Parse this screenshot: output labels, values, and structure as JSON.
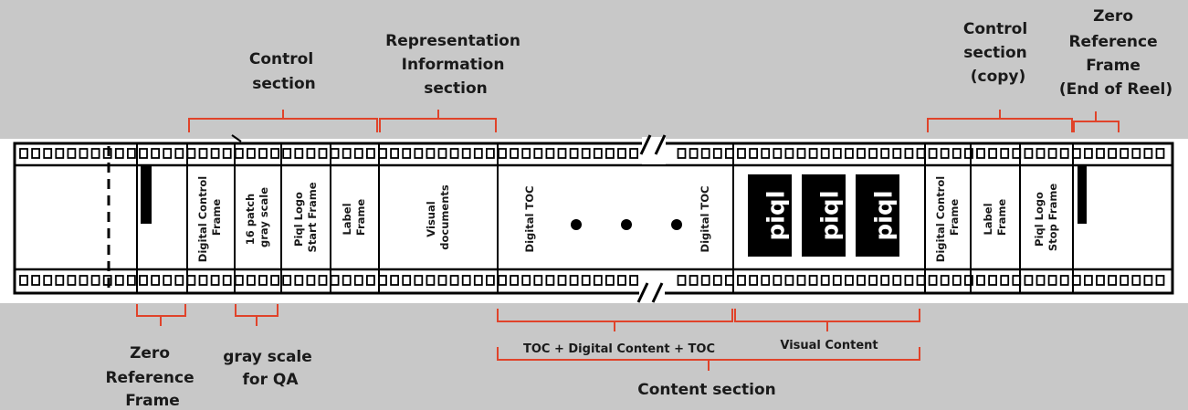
{
  "top_labels": {
    "control_section": [
      "Control",
      "section"
    ],
    "representation_section": [
      "Representation",
      "Information",
      "section"
    ],
    "control_copy": [
      "Control",
      "section",
      "(copy)"
    ],
    "zero_ref_end": [
      "Zero",
      "Reference",
      "Frame",
      "(End of Reel)"
    ]
  },
  "frames": {
    "digital_control": [
      "Digital Control",
      "Frame"
    ],
    "gray_scale": [
      "16 patch",
      "gray scale"
    ],
    "piql_start": [
      "Piql Logo",
      "Start Frame"
    ],
    "label": [
      "Label",
      "Frame"
    ],
    "visual_docs": [
      "Visual",
      "documents"
    ],
    "digital_toc_1": "Digital TOC",
    "digital_toc_2": "Digital TOC",
    "digital_control_copy": [
      "Digital Control",
      "Frame"
    ],
    "label_copy": [
      "Label",
      "Frame"
    ],
    "piql_stop": [
      "Piql Logo",
      "Stop Frame"
    ]
  },
  "logo_text": "piql",
  "bottom_labels": {
    "zero_ref": [
      "Zero",
      "Reference",
      "Frame"
    ],
    "gray_scale_qa": [
      "gray scale",
      "for QA"
    ],
    "toc_content": "TOC + Digital Content + TOC",
    "visual_content": "Visual Content",
    "content_section": "Content section"
  },
  "colors": {
    "bracket": "#e0432a",
    "film": "#000000",
    "background": "#c8c8c8"
  }
}
